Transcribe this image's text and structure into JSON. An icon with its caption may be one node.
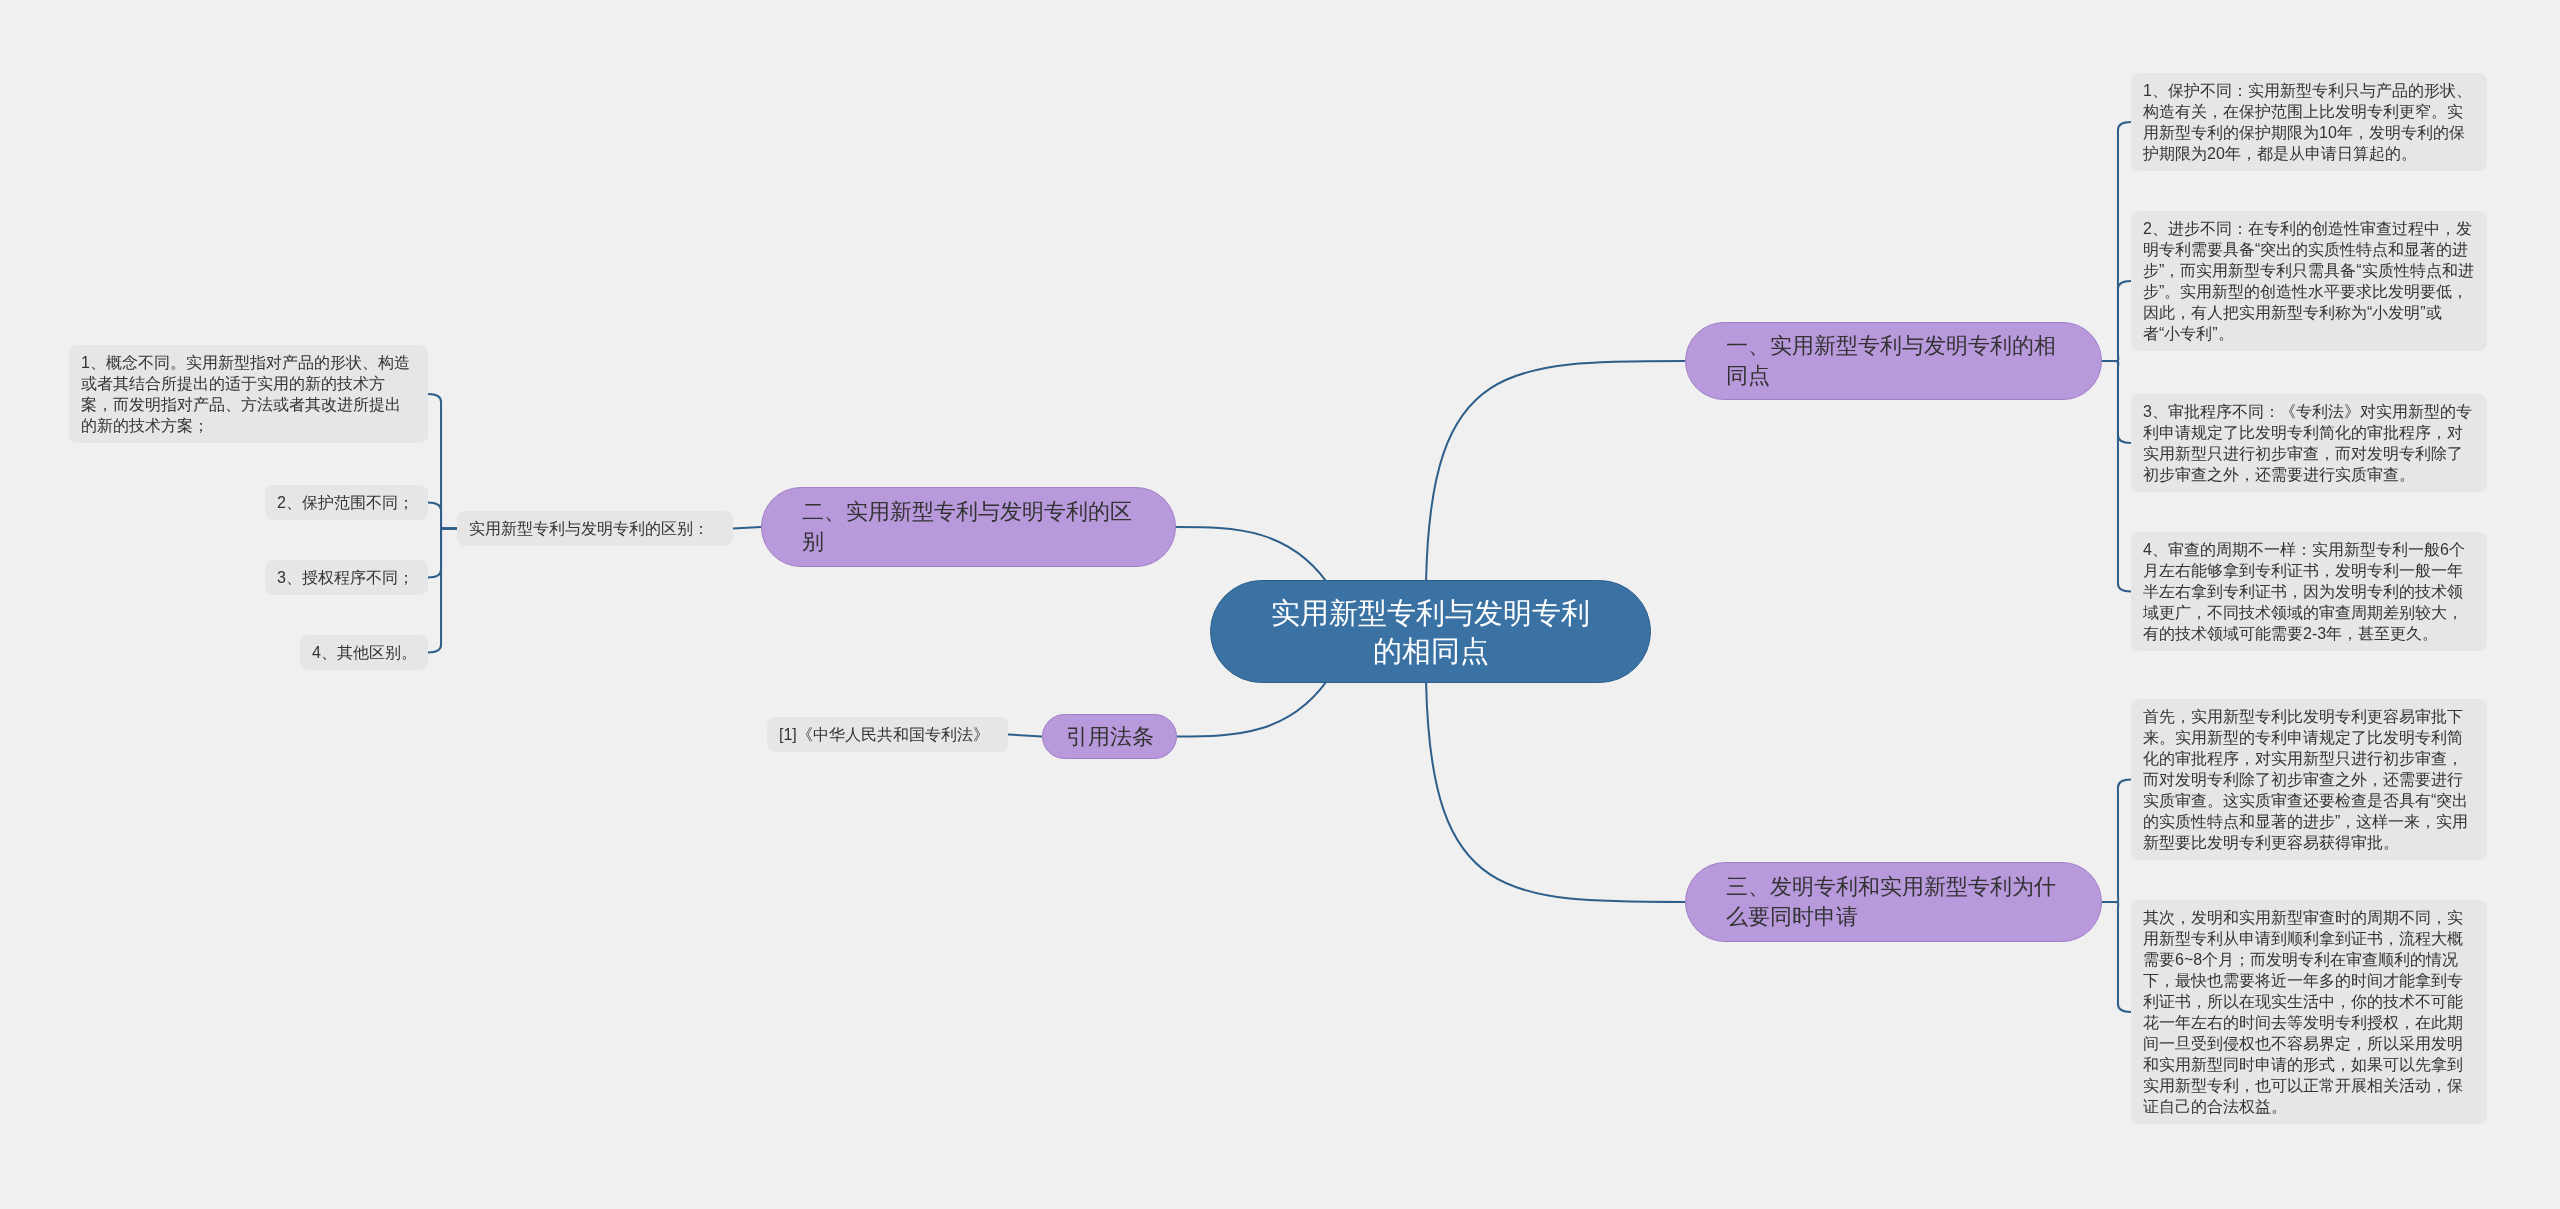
{
  "diagram": {
    "nodes": [
      {
        "text": [
          "实用新型专利与发明专利的相同点"
        ]
      },
      {
        "text": [
          "一、实用新型专利与发明专利的相同点"
        ]
      },
      {
        "text": [
          "二、实用新型专利与发明专利的区别"
        ]
      },
      {
        "text": [
          "引用法条"
        ]
      },
      {
        "text": [
          "三、发明专利和实用新型专利为什么要同时申请"
        ]
      },
      {
        "text": [
          "1、保护不同：实用新型专利只与产品的形状、构造有关，在保护范围上比发明专利更窄。实用新型专利的保护期限为10年，发明专利的保护期限为20年，都是从申请日算起的。"
        ]
      },
      {
        "text": [
          "2、进步不同：在专利的创造性审查过程中，发明专利需要具备“突出的实质性特点和显著的进步”，而实用新型专利只需具备“实质性特点和进步”。实用新型的创造性水平要求比发明要低，因此，有人把实用新型专利称为“小发明”或者“小专利”。"
        ]
      },
      {
        "text": [
          "3、审批程序不同：《专利法》对实用新型的专利申请规定了比发明专利简化的审批程序，对实用新型只进行初步审查，而对发明专利除了初步审查之外，还需要进行实质审查。"
        ]
      },
      {
        "text": [
          "4、审查的周期不一样：实用新型专利一般6个月左右能够拿到专利证书，发明专利一般一年半左右拿到专利证书，因为发明专利的技术领域更广，不同技术领域的审查周期差别较大，有的技术领域可能需要2-3年，甚至更久。"
        ]
      },
      {
        "text": [
          "首先，实用新型专利比发明专利更容易审批下来。实用新型的专利申请规定了比发明专利简化的审批程序，对实用新型只进行初步审查，而对发明专利除了初步审查之外，还需要进行实质审查。这实质审查还要检查是否具有“突出的实质性特点和显著的进步”，这样一来，实用新型要比发明专利更容易获得审批。"
        ]
      },
      {
        "text": [
          "其次，发明和实用新型审查时的周期不同，实用新型专利从申请到顺利拿到证书，流程大概需要6~8个月；而发明专利在审查顺利的情况下，最快也需要将近一年多的时间才能拿到专利证书，所以在现实生活中，你的技术不可能花一年左右的时间去等发明专利授权，在此期间一旦受到侵权也不容易界定，所以采用发明和实用新型同时申请的形式，如果可以先拿到实用新型专利，也可以正常开展相关活动，保证自己的合法权益。"
        ]
      },
      {
        "text": [
          "实用新型专利与发明专利的区别："
        ]
      },
      {
        "text": [
          "1、概念不同。实用新型指对产品的形状、构造或者其结合所提出的适于实用的新的技术方案，而发明指对产品、方法或者其改进所提出的新的技术方案；"
        ]
      },
      {
        "text": [
          "2、保护范围不同；"
        ]
      },
      {
        "text": [
          "3、授权程序不同；"
        ]
      },
      {
        "text": [
          "4、其他区别。"
        ]
      },
      {
        "text": [
          "[1]《中华人民共和国专利法》"
        ]
      }
    ],
    "edges": [
      {
        "from": 0,
        "to": 1,
        "arrow": "none"
      },
      {
        "from": 0,
        "to": 2,
        "arrow": "none"
      },
      {
        "from": 0,
        "to": 3,
        "arrow": "none"
      },
      {
        "from": 0,
        "to": 4,
        "arrow": "none"
      },
      {
        "from": 1,
        "to": 5,
        "arrow": "none"
      },
      {
        "from": 1,
        "to": 6,
        "arrow": "none"
      },
      {
        "from": 1,
        "to": 7,
        "arrow": "none"
      },
      {
        "from": 1,
        "to": 8,
        "arrow": "none"
      },
      {
        "from": 4,
        "to": 9,
        "arrow": "none"
      },
      {
        "from": 4,
        "to": 10,
        "arrow": "none"
      },
      {
        "from": 2,
        "to": 11,
        "arrow": "none"
      },
      {
        "from": 11,
        "to": 12,
        "arrow": "none"
      },
      {
        "from": 11,
        "to": 13,
        "arrow": "none"
      },
      {
        "from": 11,
        "to": 14,
        "arrow": "none"
      },
      {
        "from": 11,
        "to": 15,
        "arrow": "none"
      },
      {
        "from": 3,
        "to": 16,
        "arrow": "none"
      }
    ]
  }
}
